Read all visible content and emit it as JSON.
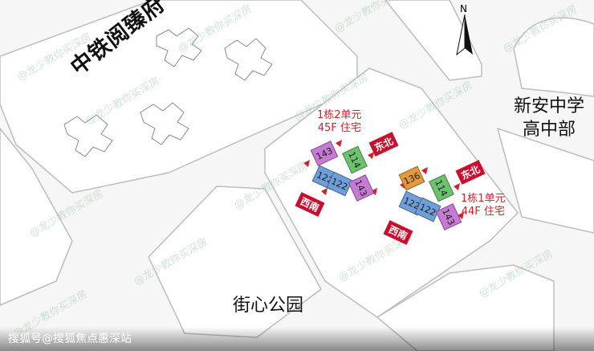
{
  "labels": {
    "residential_area": "中铁阅臻府",
    "school": [
      "新安中学",
      "高中部"
    ],
    "park": "街心公园",
    "north": "N"
  },
  "buildings": [
    {
      "info_line1": "1栋2单元",
      "info_line2": "45F  住宅",
      "tag_ne": "东北",
      "tag_sw": "西南",
      "units": [
        "143",
        "114",
        "122",
        "122",
        "143"
      ]
    },
    {
      "info_line1": "1栋1单元",
      "info_line2": "44F  住宅",
      "tag_ne": "东北",
      "tag_sw": "西南",
      "units": [
        "136",
        "114",
        "122",
        "122",
        "143"
      ]
    }
  ],
  "colors": {
    "unit_143": "#c77ad3",
    "unit_114": "#6cc26e",
    "unit_122": "#6f9fd8",
    "unit_136": "#e49a3c",
    "tag": "#c8102e",
    "note": "#d0202b"
  },
  "watermark": "@龙少教你买深房",
  "footer": "搜狐号@搜狐焦点惠深站"
}
